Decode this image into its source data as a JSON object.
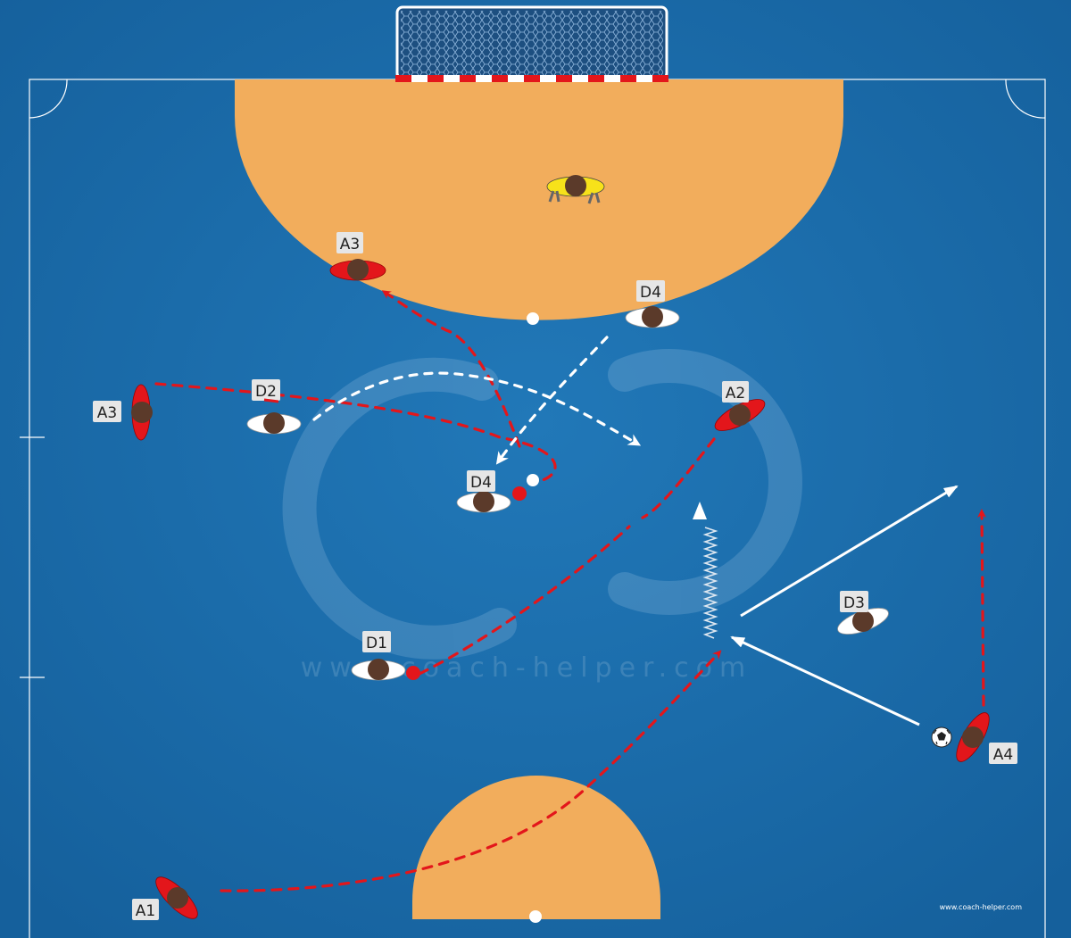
{
  "colors": {
    "court": "#1b6aa9",
    "court_dark": "#155a93",
    "zone": "#f2ad5c",
    "line": "#ffffff",
    "attacker": "#e3161b",
    "defender": "#ffffff",
    "goalkeeper": "#f7e21a",
    "head": "#5b3a2a",
    "label_bg": "#e6e6e6",
    "label_text": "#222222",
    "watermark": "#6f9fc8"
  },
  "players": [
    {
      "id": "gk",
      "role": "goalkeeper",
      "label": ""
    },
    {
      "id": "a3-top",
      "role": "attacker",
      "label": "A3"
    },
    {
      "id": "a3-left",
      "role": "attacker",
      "label": "A3"
    },
    {
      "id": "a2",
      "role": "attacker",
      "label": "A2"
    },
    {
      "id": "a4",
      "role": "attacker",
      "label": "A4"
    },
    {
      "id": "a1",
      "role": "attacker",
      "label": "A1"
    },
    {
      "id": "d4-top",
      "role": "defender",
      "label": "D4"
    },
    {
      "id": "d2",
      "role": "defender",
      "label": "D2"
    },
    {
      "id": "d4-mid",
      "role": "defender",
      "label": "D4"
    },
    {
      "id": "d1",
      "role": "defender",
      "label": "D1"
    },
    {
      "id": "d3",
      "role": "defender",
      "label": "D3"
    }
  ],
  "movements": [
    {
      "id": "a1-run",
      "type": "run-dashed",
      "color": "attacker"
    },
    {
      "id": "a3-run-top",
      "type": "run-dashed",
      "color": "attacker"
    },
    {
      "id": "a3-run-left",
      "type": "run-dashed",
      "color": "attacker"
    },
    {
      "id": "a2-run",
      "type": "run-dashed",
      "color": "attacker"
    },
    {
      "id": "a4-run",
      "type": "run-dashed",
      "color": "attacker"
    },
    {
      "id": "d1-run",
      "type": "run-dashed",
      "color": "attacker"
    },
    {
      "id": "d2-run",
      "type": "run-dashed",
      "color": "defender"
    },
    {
      "id": "d4-run",
      "type": "run-dashed",
      "color": "defender"
    },
    {
      "id": "pass-1",
      "type": "pass",
      "color": "defender"
    },
    {
      "id": "pass-2",
      "type": "pass",
      "color": "defender"
    },
    {
      "id": "dribble",
      "type": "dribble",
      "color": "defender"
    }
  ],
  "watermark": {
    "logo": "CH",
    "text": "www.coach-helper.com"
  },
  "credit": "www.coach-helper.com"
}
